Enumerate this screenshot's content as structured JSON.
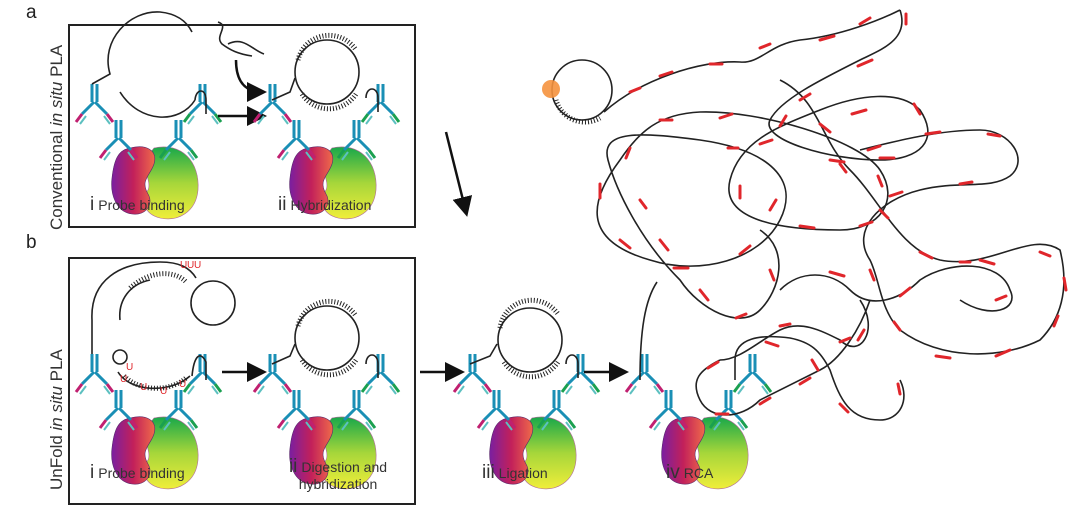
{
  "panels": {
    "a": {
      "letter": "a",
      "side_label_pre": "Conventional ",
      "side_label_italic": "in situ",
      "side_label_post": " PLA",
      "steps": [
        {
          "num": "i",
          "label": "Probe binding"
        },
        {
          "num": "ii",
          "label": "Hybridization"
        }
      ]
    },
    "b": {
      "letter": "b",
      "side_label_pre": "UnFold ",
      "side_label_italic": "in situ",
      "side_label_post": " PLA",
      "steps": [
        {
          "num": "i",
          "label": "Probe binding"
        },
        {
          "num": "ii",
          "label": "Digestion and",
          "label2": "hybridization"
        },
        {
          "num": "iii",
          "label": "Ligation"
        },
        {
          "num": "iv",
          "label": "RCA"
        }
      ]
    }
  },
  "colors": {
    "outline": "#222222",
    "antibody": "#1a8fb5",
    "rca_product": "#e0262b",
    "uracil": "#e0262b",
    "primer_dot": "#f5923e",
    "protein_left_start": "#7a1fa0",
    "protein_left_end": "#e0404a",
    "protein_right_start": "#1fb04a",
    "protein_right_end": "#e8f03a"
  },
  "annotations": {
    "uracil_symbol": "U"
  }
}
